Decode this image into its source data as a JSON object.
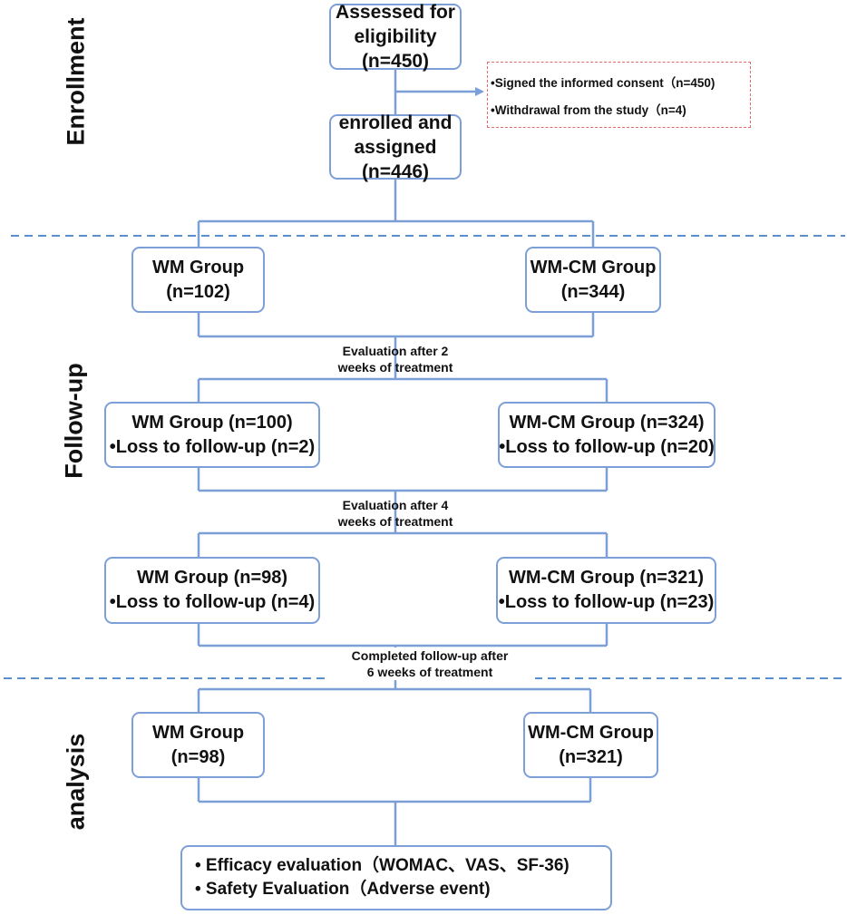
{
  "phases": {
    "enrollment": "Enrollment",
    "follow_up": "Follow-up",
    "analysis": "analysis"
  },
  "enrollment": {
    "assessed": [
      "Assessed for",
      "eligibility",
      "(n=450)"
    ],
    "exclusion": [
      "•Signed the informed consent（n=450)",
      "•Withdrawal from the study（n=4)"
    ],
    "enrolled": [
      "enrolled and",
      "assigned",
      "(n=446)"
    ]
  },
  "allocation": {
    "wm": [
      "WM Group",
      "(n=102)"
    ],
    "wmcm": [
      "WM-CM Group",
      "(n=344)"
    ]
  },
  "notes": {
    "eval_2_weeks": [
      "Evaluation after 2",
      "weeks of treatment"
    ],
    "eval_4_weeks": [
      "Evaluation after 4",
      "weeks of treatment"
    ],
    "completed": [
      "Completed follow-up after",
      "6 weeks of treatment"
    ]
  },
  "followup_2": {
    "wm": [
      "WM Group (n=100)",
      "•Loss to follow-up (n=2)"
    ],
    "wmcm": [
      "WM-CM Group (n=324)",
      "•Loss to follow-up (n=20)"
    ]
  },
  "followup_4": {
    "wm": [
      "WM Group (n=98)",
      "•Loss to follow-up (n=4)"
    ],
    "wmcm": [
      "WM-CM Group (n=321)",
      "•Loss to follow-up (n=23)"
    ]
  },
  "analysis": {
    "wm": [
      "WM Group",
      "(n=98)"
    ],
    "wmcm": [
      "WM-CM Group",
      "(n=321)"
    ]
  },
  "outcomes": [
    "• Efficacy evaluation（WOMAC、VAS、SF-36)",
    "• Safety Evaluation（Adverse event)"
  ],
  "colors": {
    "box_border": "#7d9fd8",
    "connector": "#7d9fd8",
    "divider": "#5b8fc9",
    "exclusion_border": "#e26a6a",
    "text": "#111111"
  }
}
